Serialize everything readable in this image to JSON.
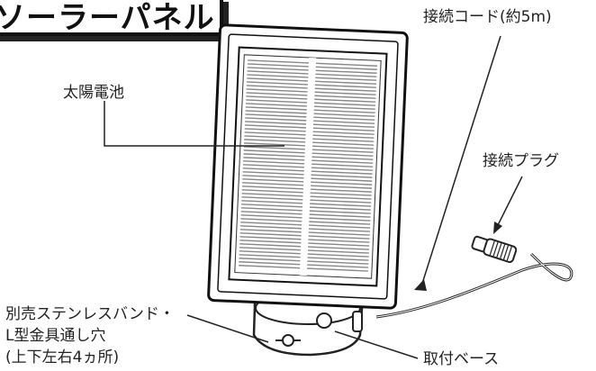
{
  "title": "ソーラーパネル",
  "labels": {
    "solar_cell": "太陽電池",
    "cord": "接続コード(約5m)",
    "plug": "接続プラグ",
    "band_line1": "別売ステンレスバンド・",
    "band_line2": "L型金具通し穴",
    "band_line3": "(上下左右4ヵ所)",
    "base": "取付ベース"
  }
}
